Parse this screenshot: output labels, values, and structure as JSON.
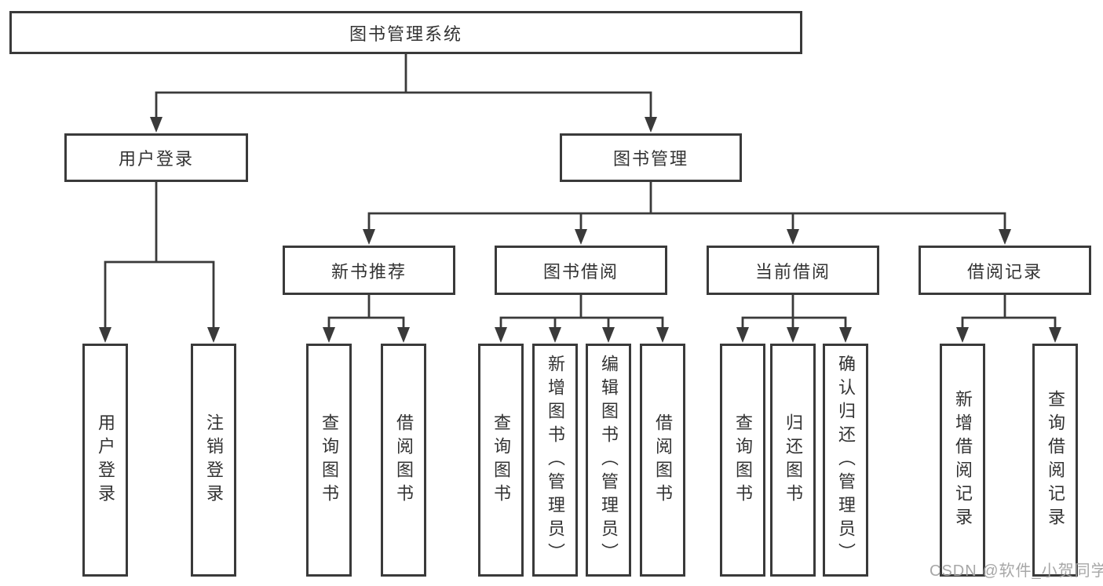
{
  "colors": {
    "ink": "#3a3a3a",
    "box_fill": "#ffffff",
    "watermark_gray": "#a2a2a2"
  },
  "watermark": {
    "text": "CSDN @软件_小贺同学"
  },
  "tree": {
    "label": "图书管理系统",
    "children": [
      {
        "label": "用户登录",
        "children": [
          {
            "label": "用户登录"
          },
          {
            "label": "注销登录"
          }
        ]
      },
      {
        "label": "图书管理",
        "children": [
          {
            "label": "新书推荐",
            "children": [
              {
                "label": "查询图书"
              },
              {
                "label": "借阅图书"
              }
            ]
          },
          {
            "label": "图书借阅",
            "children": [
              {
                "label": "查询图书"
              },
              {
                "label": "新增图书（管理员）"
              },
              {
                "label": "编辑图书（管理员）"
              },
              {
                "label": "借阅图书"
              }
            ]
          },
          {
            "label": "当前借阅",
            "children": [
              {
                "label": "查询图书"
              },
              {
                "label": "归还图书"
              },
              {
                "label": "确认归还（管理员）"
              }
            ]
          },
          {
            "label": "借阅记录",
            "children": [
              {
                "label": "新增借阅记录"
              },
              {
                "label": "查询借阅记录"
              }
            ]
          }
        ]
      }
    ]
  }
}
